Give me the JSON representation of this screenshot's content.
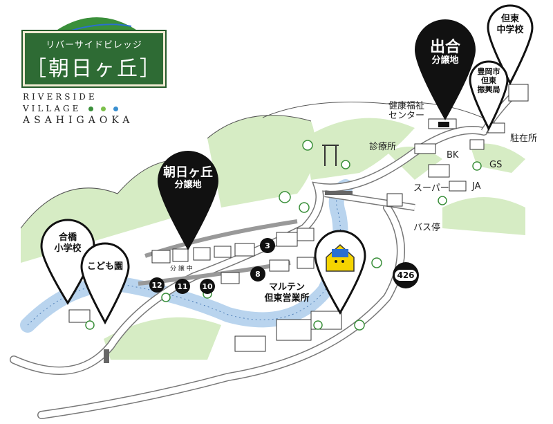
{
  "logo": {
    "subtitle": "リバーサイドビレッジ",
    "title": "［朝日ヶ丘］",
    "en_line1": "RIVERSIDE",
    "en_line2": "VILLAGE",
    "en_line3": "ASAHIGAOKA",
    "dot_colors": [
      "#3a8f3a",
      "#7cc04a",
      "#3a8fd0"
    ]
  },
  "pins": {
    "main_site": {
      "name": "朝日ヶ丘",
      "sub": "分譲地"
    },
    "deai_site": {
      "name": "出合",
      "sub": "分譲地"
    },
    "junior_high": {
      "name": "但東\n中学校"
    },
    "aihashi_school": {
      "name": "合橋\n小学校"
    },
    "kindergarten": {
      "name": "こども園"
    },
    "maruten": {
      "name": "マルテン\n但東営業所"
    },
    "city_office": {
      "name": "豊岡市\n但東\n振興局"
    }
  },
  "labels": {
    "health_center": "健康福祉\nセンター",
    "clinic": "診療所",
    "bank": "BK",
    "gas_station": "GS",
    "police_box": "駐在所",
    "agri_coop": "JA",
    "supermarket": "スーパー",
    "bus_stop": "バス停",
    "lot_sign": "分 譲 中"
  },
  "route": {
    "number": "426"
  },
  "lot_numbers": [
    "3",
    "8",
    "12",
    "11",
    "10"
  ],
  "colors": {
    "river": "#b9d4ee",
    "hill": "#d6ecc4",
    "road": "#ffffff",
    "pin_dark": "#111111",
    "logo_green": "#2e6b34"
  }
}
